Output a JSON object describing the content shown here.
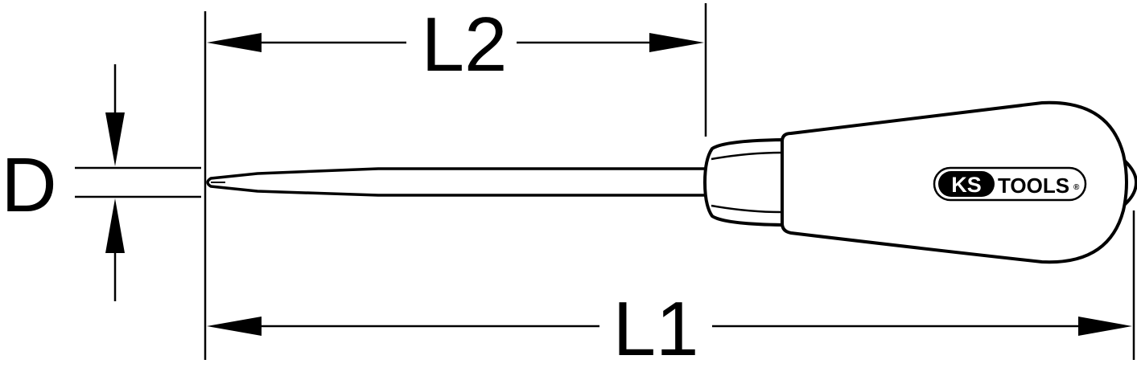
{
  "dimensions": {
    "l2_label": "L2",
    "l1_label": "L1",
    "d_label": "D"
  },
  "logo": {
    "ks_text": "KS",
    "tools_text": "TOOLS",
    "registered_mark": "®"
  },
  "colors": {
    "line": "#000000",
    "background": "#ffffff"
  }
}
